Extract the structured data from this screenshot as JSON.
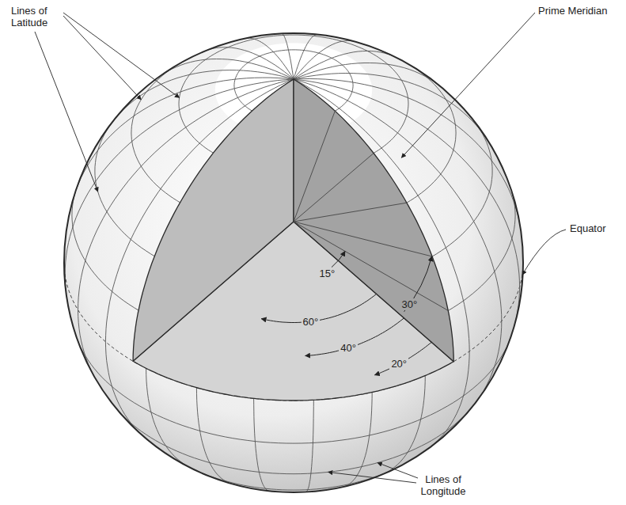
{
  "diagram": {
    "labels": [
      "Lines of Latitude",
      "Prime Meridian",
      "Equator",
      "15°",
      "30°",
      "60°",
      "40°",
      "20°",
      "Lines of Longitude"
    ]
  }
}
